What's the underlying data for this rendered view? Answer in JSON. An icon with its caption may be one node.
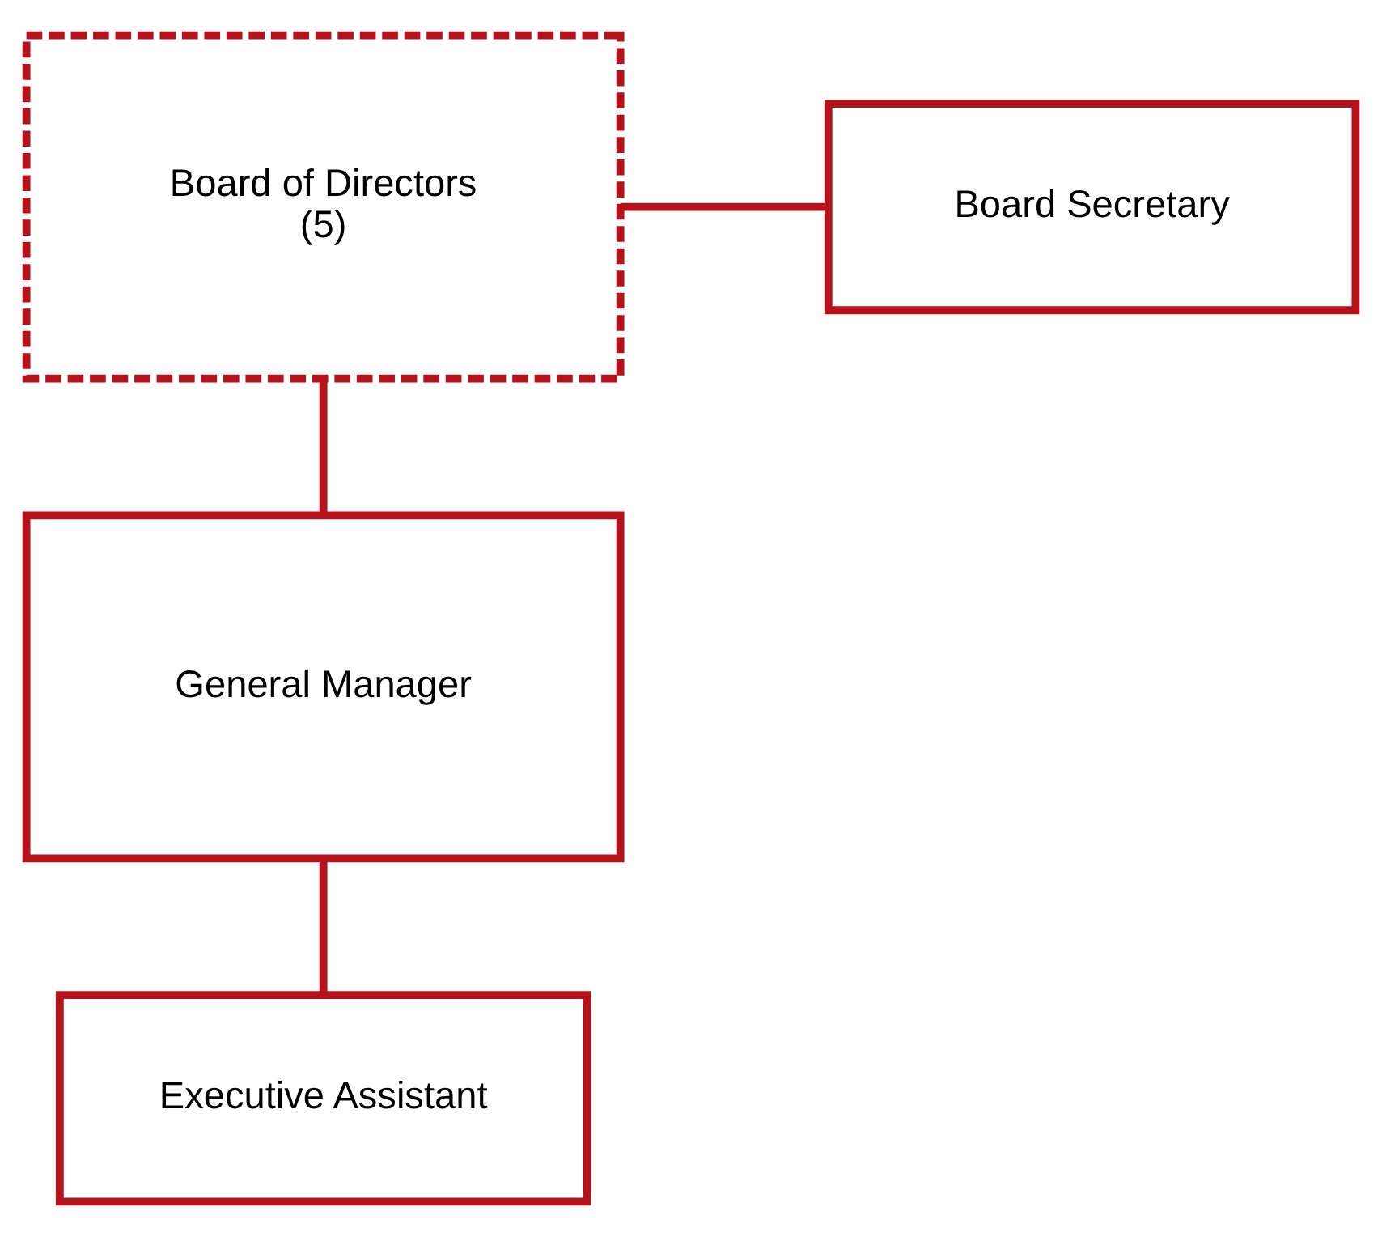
{
  "diagram": {
    "nodes": [
      {
        "text": [
          "Board of Directors",
          "(5)"
        ]
      },
      {
        "text": [
          "Board Secretary"
        ]
      },
      {
        "text": [
          "General Manager"
        ]
      },
      {
        "text": [
          "Executive Assistant"
        ]
      }
    ],
    "edges": [
      {
        "from": 0,
        "to": 1,
        "arrow": "none"
      },
      {
        "from": 0,
        "to": 2,
        "arrow": "none"
      },
      {
        "from": 2,
        "to": 3,
        "arrow": "none"
      }
    ]
  }
}
